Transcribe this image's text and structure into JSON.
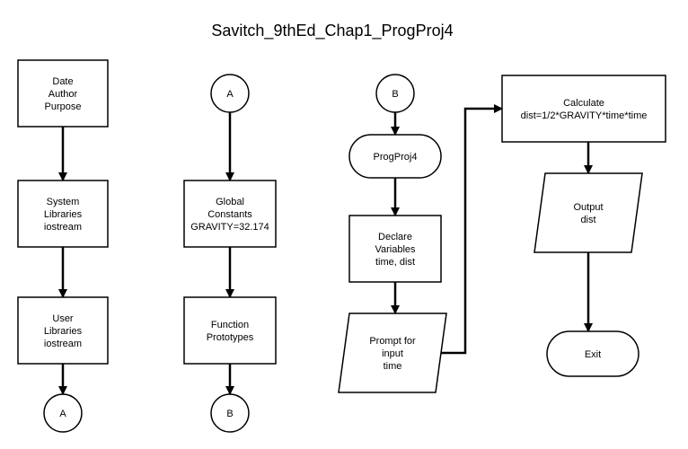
{
  "title": "Savitch_9thEd_Chap1_ProgProj4",
  "nodes": [
    {
      "id": "header",
      "shape": "rect",
      "lines": [
        "Date",
        "Author",
        "Purpose"
      ]
    },
    {
      "id": "system-libs",
      "shape": "rect",
      "lines": [
        "System",
        "Libraries",
        "iostream"
      ]
    },
    {
      "id": "user-libs",
      "shape": "rect",
      "lines": [
        "User",
        "Libraries",
        "iostream"
      ]
    },
    {
      "id": "connector-a-out",
      "shape": "circle",
      "lines": [
        "A"
      ]
    },
    {
      "id": "connector-a-in",
      "shape": "circle",
      "lines": [
        "A"
      ]
    },
    {
      "id": "global-constants",
      "shape": "rect",
      "lines": [
        "Global",
        "Constants",
        "GRAVITY=32.174"
      ]
    },
    {
      "id": "function-prototypes",
      "shape": "rect",
      "lines": [
        "Function",
        "Prototypes"
      ]
    },
    {
      "id": "connector-b-out",
      "shape": "circle",
      "lines": [
        "B"
      ]
    },
    {
      "id": "connector-b-in",
      "shape": "circle",
      "lines": [
        "B"
      ]
    },
    {
      "id": "start-progproj4",
      "shape": "terminator",
      "lines": [
        "ProgProj4"
      ]
    },
    {
      "id": "declare-variables",
      "shape": "rect",
      "lines": [
        "Declare",
        "Variables",
        "time, dist"
      ]
    },
    {
      "id": "prompt-input",
      "shape": "parallelogram",
      "lines": [
        "Prompt for",
        "input",
        "time"
      ]
    },
    {
      "id": "calculate-dist",
      "shape": "rect",
      "lines": [
        "Calculate",
        "dist=1/2*GRAVITY*time*time"
      ]
    },
    {
      "id": "output-dist",
      "shape": "parallelogram",
      "lines": [
        "Output",
        "dist"
      ]
    },
    {
      "id": "exit",
      "shape": "terminator",
      "lines": [
        "Exit"
      ]
    }
  ],
  "edges": [
    {
      "from": "header",
      "to": "system-libs"
    },
    {
      "from": "system-libs",
      "to": "user-libs"
    },
    {
      "from": "user-libs",
      "to": "connector-a-out"
    },
    {
      "from": "connector-a-in",
      "to": "global-constants"
    },
    {
      "from": "global-constants",
      "to": "function-prototypes"
    },
    {
      "from": "function-prototypes",
      "to": "connector-b-out"
    },
    {
      "from": "connector-b-in",
      "to": "start-progproj4"
    },
    {
      "from": "start-progproj4",
      "to": "declare-variables"
    },
    {
      "from": "declare-variables",
      "to": "prompt-input"
    },
    {
      "from": "prompt-input",
      "to": "calculate-dist"
    },
    {
      "from": "calculate-dist",
      "to": "output-dist"
    },
    {
      "from": "output-dist",
      "to": "exit"
    }
  ]
}
